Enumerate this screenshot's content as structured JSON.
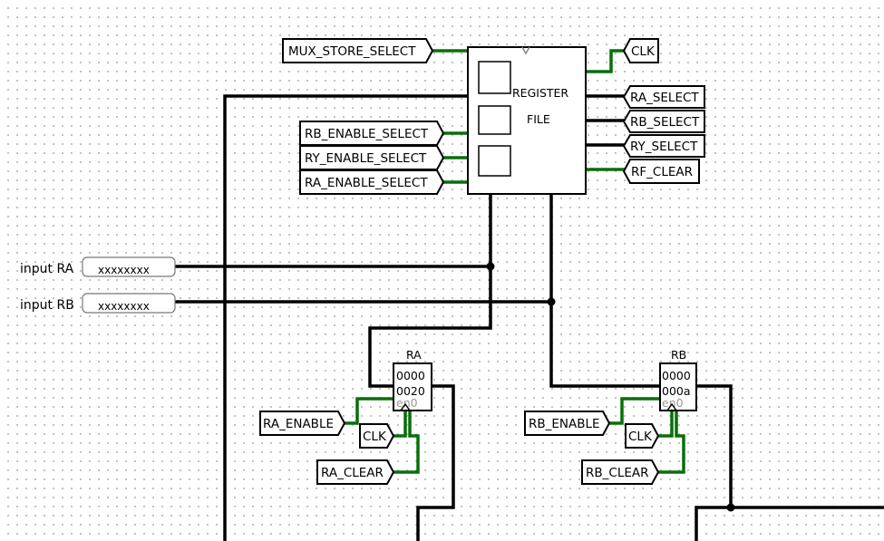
{
  "tunnels": {
    "mux_store_select": "MUX_STORE_SELECT",
    "clk_top": "CLK",
    "rb_enable_select": "RB_ENABLE_SELECT",
    "ry_enable_select": "RY_ENABLE_SELECT",
    "ra_enable_select": "RA_ENABLE_SELECT",
    "ra_select": "RA_SELECT",
    "rb_select": "RB_SELECT",
    "ry_select": "RY_SELECT",
    "rf_clear": "RF_CLEAR",
    "ra_enable": "RA_ENABLE",
    "ra_clk": "CLK",
    "ra_clear": "RA_CLEAR",
    "rb_enable": "RB_ENABLE",
    "rb_clk": "CLK",
    "rb_clear": "RB_CLEAR"
  },
  "register_file": {
    "line1": "REGISTER",
    "line2": "FILE"
  },
  "inputs": [
    {
      "label": "input RA",
      "value": "xxxxxxxx"
    },
    {
      "label": "input RB",
      "value": "xxxxxxxx"
    }
  ],
  "registers": {
    "ra": {
      "name": "RA",
      "line1": "0000",
      "line2": "0020",
      "en": "en0"
    },
    "rb": {
      "name": "RB",
      "line1": "0000",
      "line2": "000a",
      "en": "en0"
    }
  },
  "colors": {
    "wire": "#000000",
    "control_wire": "#0a6e0a",
    "grid_dot": "#b9b9b9"
  }
}
